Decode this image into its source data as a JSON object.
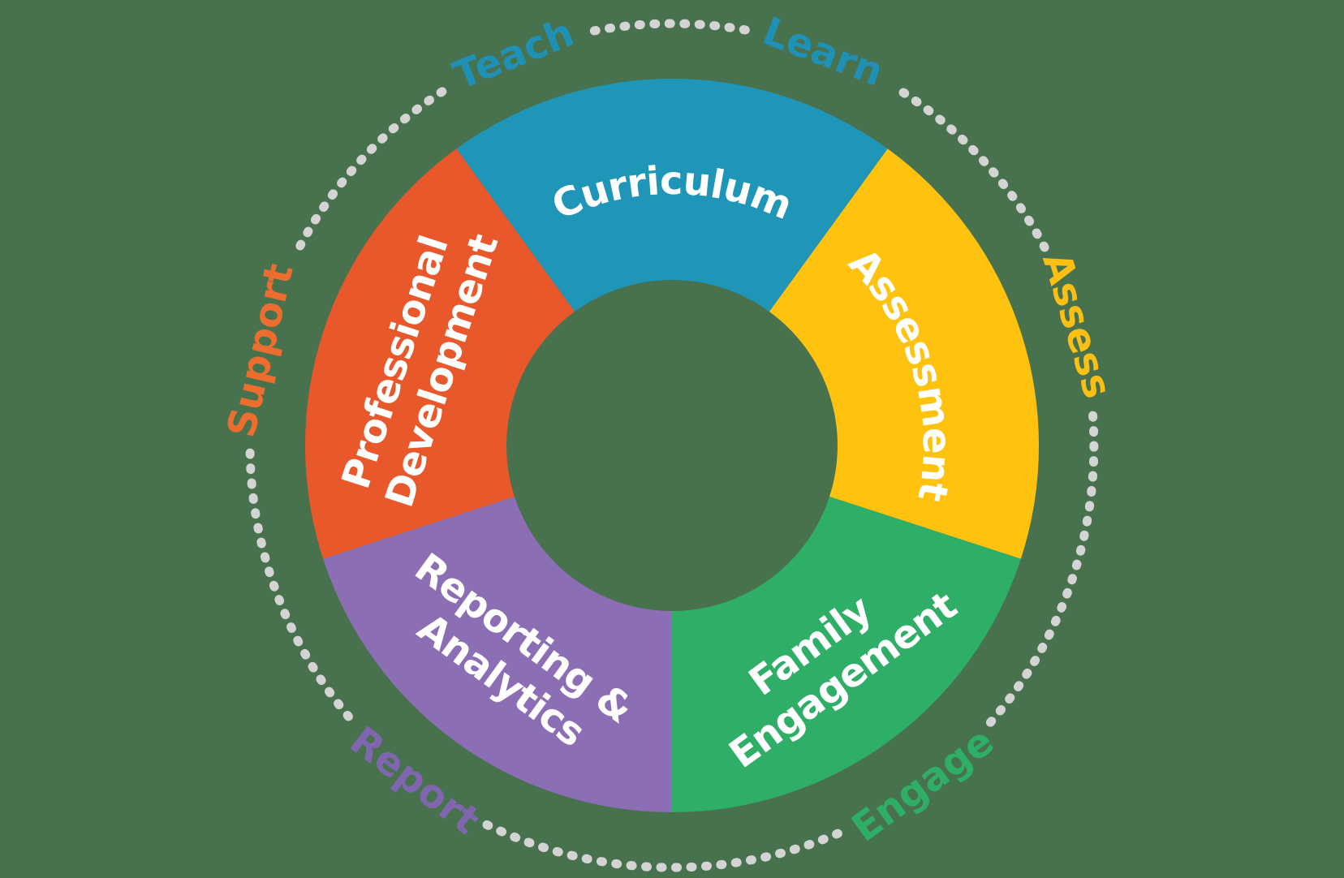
{
  "background_color": "#48714E",
  "chart_data": {
    "type": "pie",
    "subtype": "donut-cycle-diagram",
    "title": "",
    "legend_position": "none",
    "text_color": "#FFFFFF",
    "dotted_ring_color": "#D4D4D4",
    "segments": [
      {
        "label": "Curriculum",
        "label_lines": [
          "Curriculum"
        ],
        "color": "#1F96B8",
        "share_pct": 20
      },
      {
        "label": "Assessment",
        "label_lines": [
          "Assessment"
        ],
        "color": "#FFC20E",
        "share_pct": 20
      },
      {
        "label": "Family Engagement",
        "label_lines": [
          "Family",
          "Engagement"
        ],
        "color": "#2EAE66",
        "share_pct": 20
      },
      {
        "label": "Reporting & Analytics",
        "label_lines": [
          "Reporting &",
          "Analytics"
        ],
        "color": "#8C6EB4",
        "share_pct": 20
      },
      {
        "label": "Professional Development",
        "label_lines": [
          "Professional",
          "Development"
        ],
        "color": "#E8582B",
        "share_pct": 20
      }
    ],
    "ring_labels": [
      {
        "label": "Teach",
        "color": "#1E91B5"
      },
      {
        "label": "Learn",
        "color": "#1E91B5"
      },
      {
        "label": "Assess",
        "color": "#FCBF13"
      },
      {
        "label": "Engage",
        "color": "#2EAE66"
      },
      {
        "label": "Report",
        "color": "#8066AF"
      },
      {
        "label": "Support",
        "color": "#EB6E2E"
      }
    ]
  }
}
